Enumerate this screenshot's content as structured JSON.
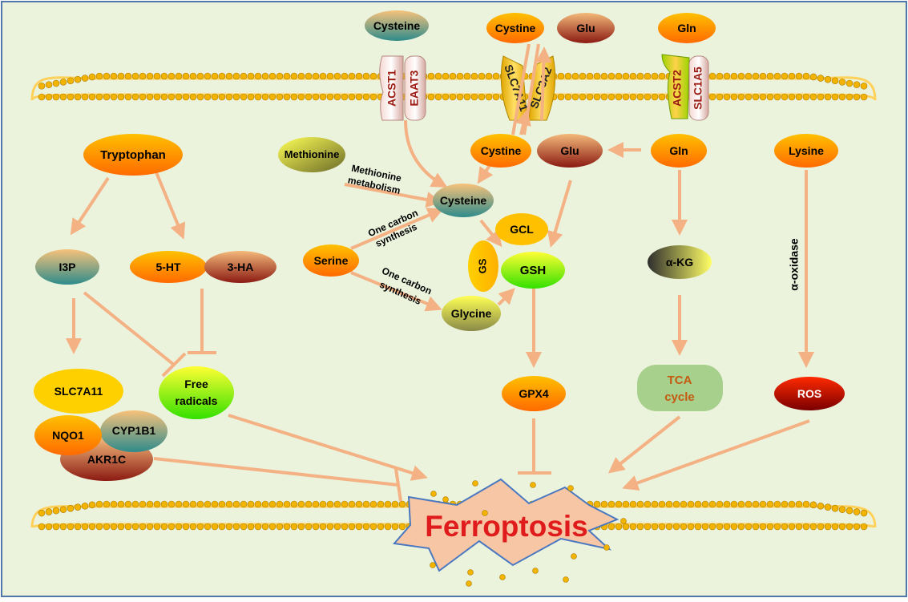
{
  "extracellular": {
    "cysteine": "Cysteine",
    "cystine": "Cystine",
    "glu": "Glu",
    "gln": "Gln"
  },
  "transporters": {
    "acst1": "ACST1",
    "eaat3": "EAAT3",
    "slc7a11": "SLC7A11",
    "slc3a2": "SLC3A2",
    "acst2": "ACST2",
    "slc1a5": "SLC1A5"
  },
  "metabolites": {
    "tryptophan": "Tryptophan",
    "i3p": "I3P",
    "five_ht": "5-HT",
    "three_ha": "3-HA",
    "methionine": "Methionine",
    "cysteine": "Cysteine",
    "serine": "Serine",
    "glycine": "Glycine",
    "gcl": "GCL",
    "gs": "GS",
    "gsh": "GSH",
    "gpx4": "GPX4",
    "cystine": "Cystine",
    "glu": "Glu",
    "gln": "Gln",
    "akg": "α-KG",
    "lysine": "Lysine",
    "ros": "ROS",
    "tca_line1": "TCA",
    "tca_line2": "cycle",
    "free_line1": "Free",
    "free_line2": "radicals",
    "slc7a11": "SLC7A11",
    "nqo1": "NQO1",
    "cyp1b1": "CYP1B1",
    "akr1c": "AKR1C"
  },
  "edge_labels": {
    "methionine_metabolism_line1": "Methionine",
    "methionine_metabolism_line2": "metabolism",
    "one_carbon_a_line1": "One carbon",
    "one_carbon_a_line2": "synthesis",
    "one_carbon_b_line1": "One carbon",
    "one_carbon_b_line2": "synthesis",
    "alpha_oxidase": "α-oxidase"
  },
  "outcome": "Ferroptosis",
  "colors": {
    "background": "#ebf3dd",
    "border": "#4f77a8",
    "arrow": "#f4b183",
    "ferroptosis_text": "#e01b1b",
    "starburst": "#f7c6a4"
  }
}
